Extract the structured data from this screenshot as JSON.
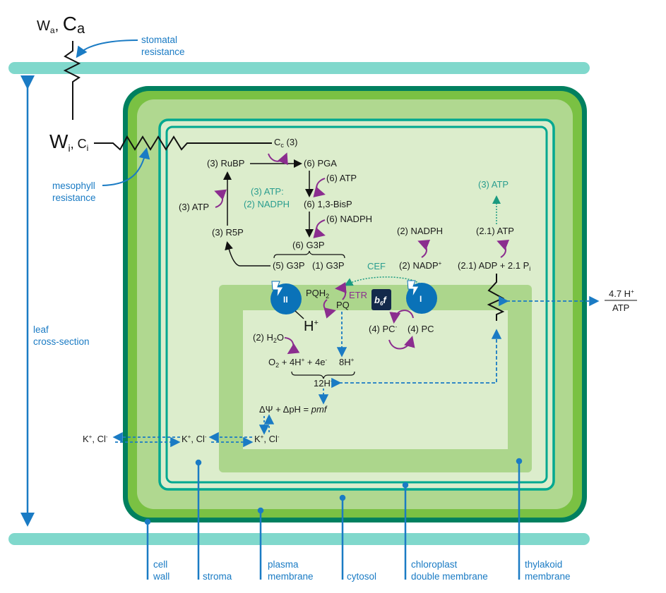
{
  "colors": {
    "cell_wall_outer": "#00805f",
    "cell_wall_inner": "#7ac143",
    "cytosol": "#b0d890",
    "chloroplast_membrane": "#00a890",
    "stroma": "#dcedcc",
    "thylakoid_membrane": "#acd68c",
    "lumen": "#dcedcc",
    "epidermis": "#80d8cc",
    "label_blue": "#1a7bc4",
    "teal_text": "#2a9d8f",
    "purple_arrow": "#8b2d8f",
    "photosystem": "#0a72b8",
    "b6f": "#13294b"
  },
  "resistances": {
    "top_label_w": "W",
    "top_label_w_sub": "a",
    "top_label_c": "C",
    "top_label_c_sub": "a",
    "stomatal_label_line1": "stomatal",
    "stomatal_label_line2": "resistance",
    "inner_label_w": "W",
    "inner_label_w_sub": "i",
    "inner_label_c": "C",
    "inner_label_c_sub": "i",
    "mesophyll_label_line1": "mesophyll",
    "mesophyll_label_line2": "resistance",
    "cc_label": "C",
    "cc_sub": "c",
    "cc_count": "(3)"
  },
  "calvin_cycle": {
    "rubp": "(3) RuBP",
    "pga": "(6) PGA",
    "atp6": "(6) ATP",
    "bisp": "(6) 1,3-BisP",
    "nadph6": "(6) NADPH",
    "g3p6": "(6) G3P",
    "g3p5": "(5) G3P",
    "g3p1": "(1) G3P",
    "r5p": "(3) R5P",
    "atp3": "(3) ATP",
    "ratio_line1": "(3) ATP:",
    "ratio_line2": "(2) NADPH"
  },
  "light_reactions": {
    "atp3_top": "(3) ATP",
    "nadph2": "(2) NADPH",
    "nadp2": "(2) NADP",
    "nadp2_sup": "+",
    "atp21": "(2.1) ATP",
    "adp": "(2.1) ADP + 2.1 P",
    "adp_sub": "i",
    "cef": "CEF",
    "etr": "ETR",
    "pqh2": "PQH",
    "pqh2_sub": "2",
    "pq": "PQ",
    "psii": "II",
    "psi": "I",
    "b6f_b": "b",
    "b6f_sub": "6",
    "b6f_f": "f",
    "h_plus": "H",
    "h_plus_sup": "+",
    "pc_minus": "(4) PC",
    "pc_minus_sup": "-",
    "pc": "(4) PC",
    "h2o": "(2) H",
    "h2o_sub": "2",
    "h2o_o": "O",
    "o2_eq": "O",
    "o2_sub": "2",
    "o2_rest": " + 4H",
    "o2_sup1": "+",
    "o2_e": " + 4e",
    "o2_sup2": "-",
    "h8": "8H",
    "h8_sup": "+",
    "h12": "12H",
    "h12_sup": "+",
    "pmf_left": "ΔΨ + ΔpH = ",
    "pmf_right": "pmf",
    "ratio_num": "4.7 H",
    "ratio_num_sup": "+",
    "ratio_den": "ATP"
  },
  "ions": {
    "left": "K",
    "mid": "K",
    "right": "K",
    "sup_plus": "+",
    "sep": ", Cl",
    "sup_minus": "-"
  },
  "labels": {
    "leaf_line1": "leaf",
    "leaf_line2": "cross-section",
    "cell_wall_1": "cell",
    "cell_wall_2": "wall",
    "stroma": "stroma",
    "plasma_1": "plasma",
    "plasma_2": "membrane",
    "cytosol": "cytosol",
    "chloro_1": "chloroplast",
    "chloro_2": "double membrane",
    "thylakoid_1": "thylakoid",
    "thylakoid_2": "membrane"
  }
}
